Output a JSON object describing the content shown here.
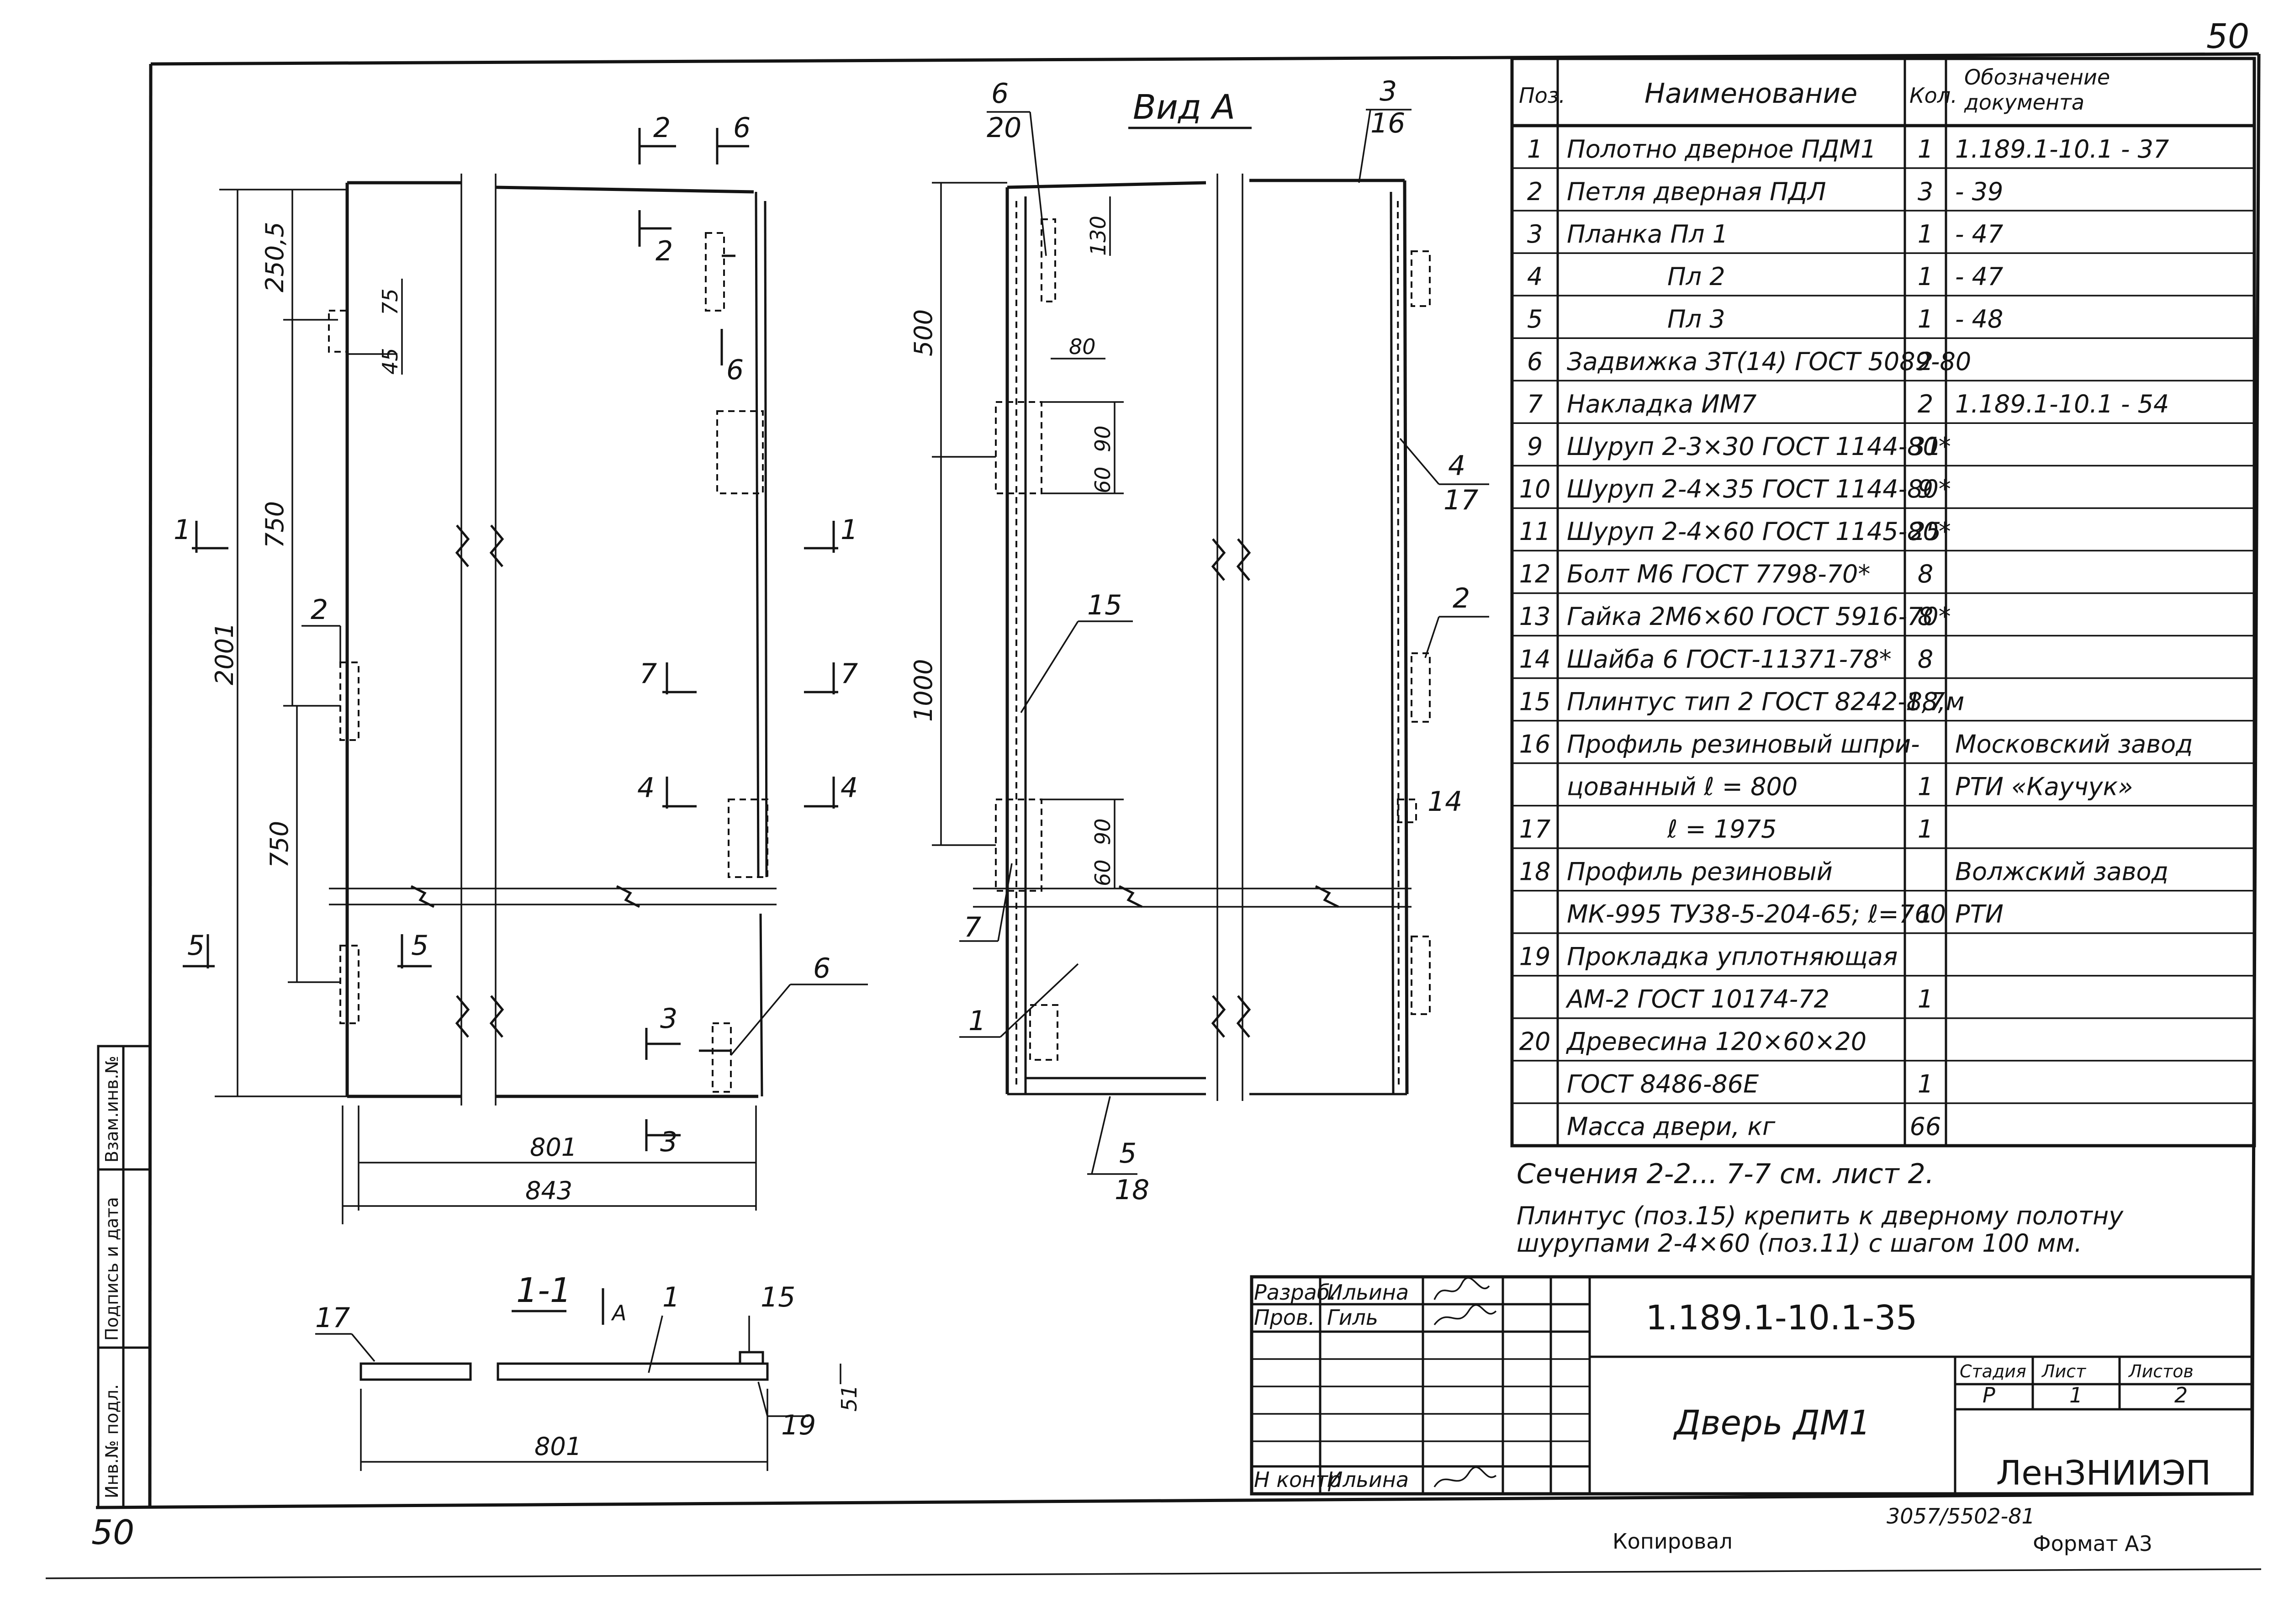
{
  "sheet": {
    "page_number": "50",
    "page_number_bottom": "50",
    "view_title": "Вид А",
    "side_stamp": [
      "Инв.№ подл.",
      "Подпись и дата",
      "Взам.инв.№"
    ],
    "bottom_left_text": "Копировал",
    "bottom_right_text": "Формат А3",
    "bottom_code": "3057/5502-81"
  },
  "drawing": {
    "front": {
      "dims": {
        "d250": "250,5",
        "d75": "75",
        "d45": "45",
        "d750a": "750",
        "d750b": "750",
        "d2001": "2001",
        "d801": "801",
        "d843": "843"
      },
      "markers": {
        "m2top": "2",
        "m6top": "6",
        "m2in": "2",
        "m6in": "6",
        "m1l": "1",
        "m1r": "1",
        "m2side": "2",
        "m7l": "7",
        "m7r": "7",
        "m4l": "4",
        "m4r": "4",
        "m5l": "5",
        "m5r": "5",
        "m3a": "3",
        "m3b": "3",
        "p6": "6"
      }
    },
    "view_a": {
      "dims": {
        "d130": "130",
        "d80": "80",
        "d500": "500",
        "d90a": "90",
        "d60a": "60",
        "d1000": "1000",
        "d90b": "90",
        "d60b": "60"
      },
      "leaders": {
        "l6": "6",
        "l20": "20",
        "l3": "3",
        "l16": "16",
        "l4": "4",
        "l17": "17",
        "l15": "15",
        "l2": "2",
        "l14": "14",
        "l7": "7",
        "l1": "1",
        "l5": "5",
        "l18": "18"
      }
    },
    "section": {
      "title": "1-1",
      "arrow": "А",
      "p17": "17",
      "p1": "1",
      "p15": "15",
      "p19": "19",
      "d51": "51",
      "d801": "801"
    }
  },
  "spec_table": {
    "headers": [
      "Поз.",
      "Наименование",
      "Кол.",
      "Обозначение документа"
    ],
    "rows": [
      {
        "pos": "1",
        "name": "Полотно дверное ПДМ1",
        "qty": "1",
        "doc": "1.189.1-10.1 - 37"
      },
      {
        "pos": "2",
        "name": "Петля дверная ПДЛ",
        "qty": "3",
        "doc": "- 39"
      },
      {
        "pos": "3",
        "name": "Планка Пл 1",
        "qty": "1",
        "doc": "- 47"
      },
      {
        "pos": "4",
        "name": "Пл 2",
        "qty": "1",
        "doc": "- 47"
      },
      {
        "pos": "5",
        "name": "Пл 3",
        "qty": "1",
        "doc": "- 48"
      },
      {
        "pos": "6",
        "name": "Задвижка ЗТ(14) ГОСТ 5089-80",
        "qty": "2",
        "doc": ""
      },
      {
        "pos": "7",
        "name": "Накладка ИМ7",
        "qty": "2",
        "doc": "1.189.1-10.1 - 54"
      },
      {
        "pos": "9",
        "name": "Шуруп 2-3×30 ГОСТ 1144-80*",
        "qty": "31",
        "doc": ""
      },
      {
        "pos": "10",
        "name": "Шуруп 2-4×35 ГОСТ 1144-80*",
        "qty": "9",
        "doc": ""
      },
      {
        "pos": "11",
        "name": "Шуруп 2-4×60 ГОСТ 1145-80*",
        "qty": "25",
        "doc": ""
      },
      {
        "pos": "12",
        "name": "Болт М6 ГОСТ 7798-70*",
        "qty": "8",
        "doc": ""
      },
      {
        "pos": "13",
        "name": "Гайка 2М6×60 ГОСТ 5916-70*",
        "qty": "8",
        "doc": ""
      },
      {
        "pos": "14",
        "name": "Шайба 6 ГОСТ-11371-78*",
        "qty": "8",
        "doc": ""
      },
      {
        "pos": "15",
        "name": "Плинтус тип 2 ГОСТ 8242-88,м",
        "qty": "1,7",
        "doc": ""
      },
      {
        "pos": "16",
        "name": "Профиль резиновый шпри-",
        "qty": "",
        "doc": "Московский завод"
      },
      {
        "pos": "",
        "name": "цованный ℓ = 800",
        "qty": "1",
        "doc": "РТИ «Каучук»"
      },
      {
        "pos": "17",
        "name": "ℓ = 1975",
        "qty": "1",
        "doc": ""
      },
      {
        "pos": "18",
        "name": "Профиль резиновый",
        "qty": "",
        "doc": "Волжский завод"
      },
      {
        "pos": "",
        "name": "МК-995 ТУ38-5-204-65; ℓ=760",
        "qty": "1",
        "doc": "РТИ"
      },
      {
        "pos": "19",
        "name": "Прокладка уплотняющая",
        "qty": "",
        "doc": ""
      },
      {
        "pos": "",
        "name": "АМ-2 ГОСТ 10174-72",
        "qty": "1",
        "doc": ""
      },
      {
        "pos": "20",
        "name": "Древесина 120×60×20",
        "qty": "",
        "doc": ""
      },
      {
        "pos": "",
        "name": "ГОСТ 8486-86Е",
        "qty": "1",
        "doc": ""
      },
      {
        "pos": "",
        "name": "Масса двери, кг",
        "qty": "66",
        "doc": ""
      }
    ]
  },
  "notes": {
    "sections": "Сечения 2-2... 7-7 см. лист 2.",
    "plinth_line1": "Плинтус (поз.15) крепить к дверному полотну",
    "plinth_line2": "шурупами 2-4×60 (поз.11) с шагом 100 мм."
  },
  "title_block": {
    "rows": [
      {
        "role": "Разраб.",
        "name": "Ильина"
      },
      {
        "role": "Пров.",
        "name": "Гиль"
      },
      {
        "role": "Н контр",
        "name": "Ильина"
      }
    ],
    "code": "1.189.1-10.1-35",
    "title": "Дверь ДМ1",
    "stage_label": "Стадия",
    "sheet_label": "Лист",
    "sheets_label": "Листов",
    "stage": "Р",
    "sheet": "1",
    "sheets": "2",
    "org": "ЛенЗНИИЭП"
  }
}
